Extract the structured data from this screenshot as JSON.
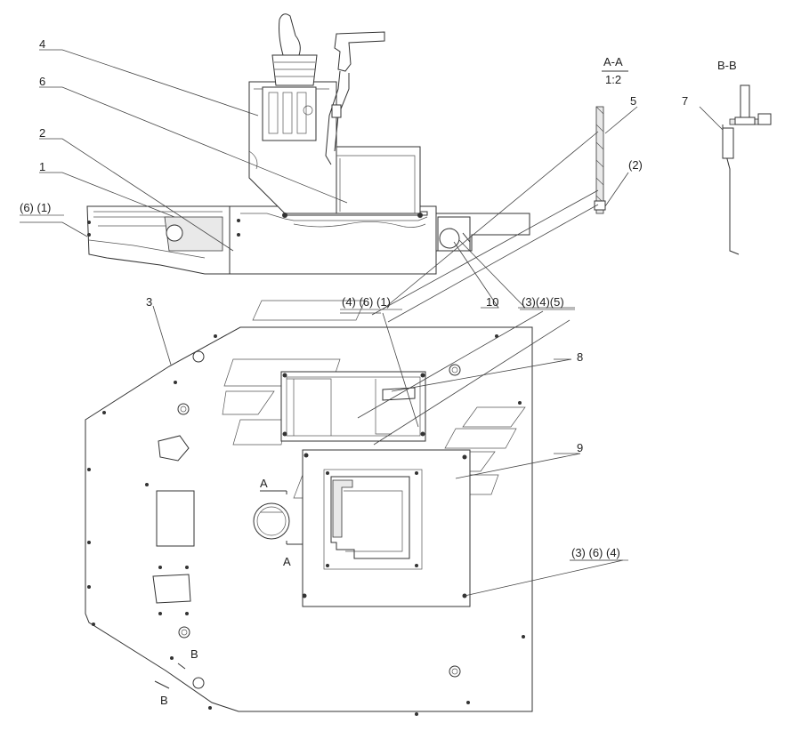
{
  "callouts": {
    "c1": "1",
    "c2": "2",
    "c3": "3",
    "c4": "4",
    "c5": "5",
    "c6": "6",
    "c7": "7",
    "c8": "8",
    "c9": "9",
    "c10": "10"
  },
  "groups": {
    "left_pair": "(6) (1)",
    "top_triple": "(4) (6) (1)",
    "right_triple": "(3)(4)(5)",
    "bottom_triple": "(3)  (6)  (4)",
    "single_2": "(2)"
  },
  "sections": {
    "aa_title": "A-A",
    "aa_scale": "1:2",
    "bb_title": "B-B"
  },
  "markers": {
    "a1": "A",
    "a2": "A",
    "b1": "B",
    "b2": "B"
  }
}
